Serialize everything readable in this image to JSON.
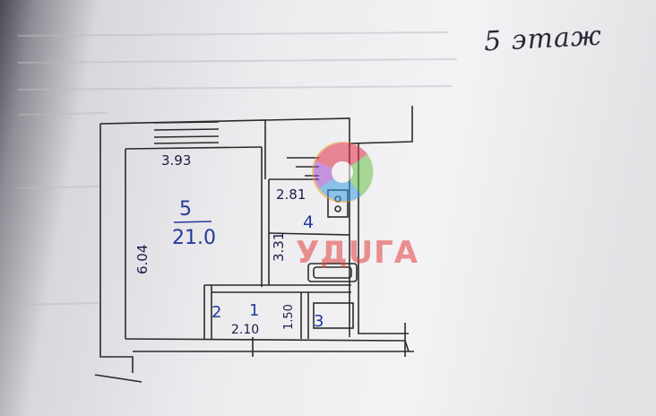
{
  "floor_label": "5 этаж",
  "watermark": {
    "text": "УДUГА"
  },
  "rooms": [
    {
      "id": "5",
      "area": "21.0"
    },
    {
      "id": "1"
    },
    {
      "id": "2"
    },
    {
      "id": "3"
    },
    {
      "id": "4"
    }
  ],
  "dimensions": {
    "room5_width": "3.93",
    "room5_length": "6.04",
    "room1_width": "2.10",
    "room1_depth": "1.50",
    "kitchen_width": "2.81",
    "kitchen_length": "3.31"
  },
  "colors": {
    "ink": "#1b1b4a",
    "room_number_ink": "#233a9a",
    "wall_line": "#2b2b2b",
    "watermark_red": "#e13c3c"
  }
}
